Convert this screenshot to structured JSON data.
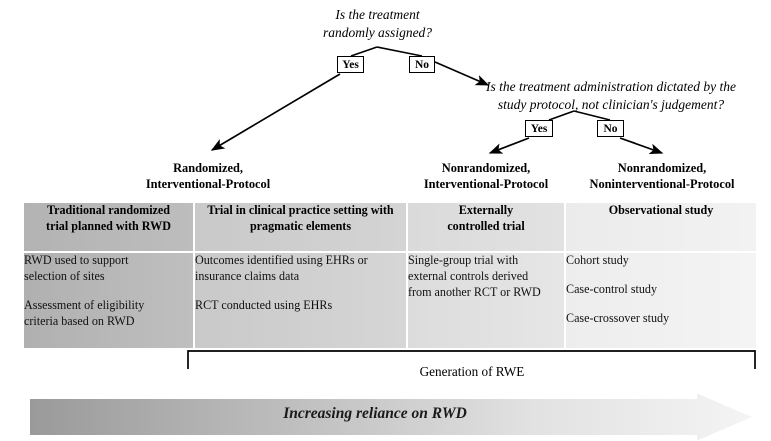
{
  "tree": {
    "root_question": "Is the treatment\nrandomly assigned?",
    "branch_question": "Is the treatment administration dictated by the\nstudy protocol, not clinician's judgement?",
    "yes_1": "Yes",
    "no_1": "No",
    "yes_2": "Yes",
    "no_2": "No",
    "outcomes": [
      {
        "label": "Randomized,\nInterventional-Protocol"
      },
      {
        "label": "Nonrandomized,\nInterventional-Protocol"
      },
      {
        "label": "Nonrandomized,\nNoninterventional-Protocol"
      }
    ]
  },
  "matrix": {
    "columns": [
      {
        "header": "Traditional randomized\ntrial planned with RWD",
        "items": [
          "RWD used to support\nselection of sites",
          "Assessment of eligibility\ncriteria based on RWD"
        ]
      },
      {
        "header": "Trial in clinical practice setting with\npragmatic elements",
        "items": [
          "Outcomes identified using EHRs or\ninsurance claims data",
          "RCT conducted using EHRs"
        ]
      },
      {
        "header": "Externally\ncontrolled trial",
        "items": [
          "Single-group trial with\nexternal controls derived\nfrom another RCT or RWD"
        ]
      },
      {
        "header": "Observational study",
        "items": [
          "Cohort study",
          "Case-control study",
          "Case-crossover study"
        ]
      }
    ]
  },
  "bracket": {
    "caption": "Generation of RWE"
  },
  "arrow": {
    "caption": "Increasing reliance on RWD",
    "color_start": "#9e9e9e",
    "color_end": "#f2f2f2"
  },
  "colors": {
    "line": "#000000",
    "col1": "#b3b3b3",
    "col2": "#cdcdcd",
    "col3": "#dedede",
    "col4": "#efefef"
  }
}
